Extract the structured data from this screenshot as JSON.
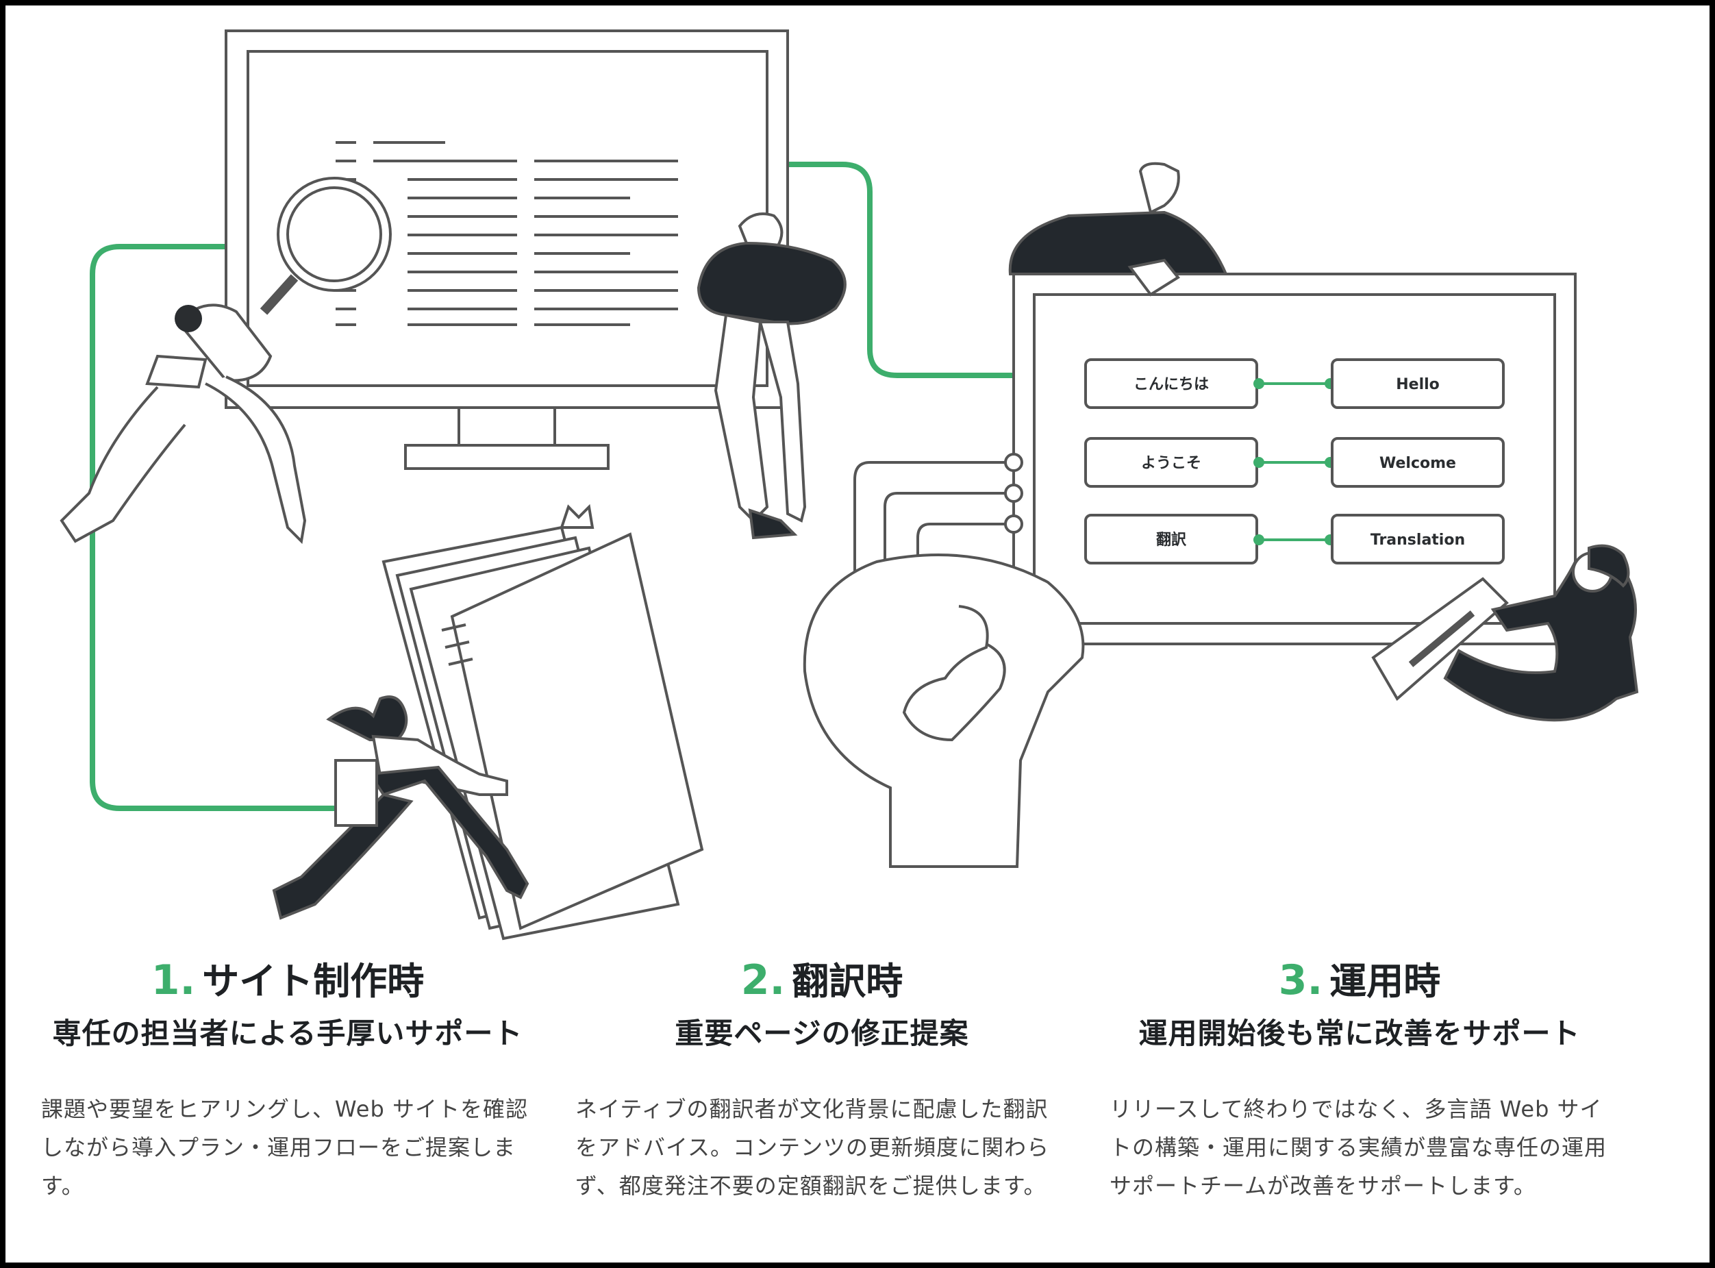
{
  "illustration": {
    "translation_pairs": [
      {
        "source": "こんにちは",
        "target": "Hello"
      },
      {
        "source": "ようこそ",
        "target": "Welcome"
      },
      {
        "source": "翻訳",
        "target": "Translation"
      }
    ]
  },
  "steps": [
    {
      "number": "1.",
      "title": "サイト制作時",
      "subtitle": "専任の担当者による手厚いサポート",
      "description": "課題や要望をヒアリングし、Web サイトを確認しながら導入プラン・運用フローをご提案します。"
    },
    {
      "number": "2.",
      "title": "翻訳時",
      "subtitle": "重要ページの修正提案",
      "description": "ネイティブの翻訳者が文化背景に配慮した翻訳をアドバイス。コンテンツの更新頻度に関わらず、都度発注不要の定額翻訳をご提供します。"
    },
    {
      "number": "3.",
      "title": "運用時",
      "subtitle": "運用開始後も常に改善をサポート",
      "description": "リリースして終わりではなく、多言語 Web サイトの構築・運用に関する実績が豊富な専任の運用サポートチームが改善をサポートします。"
    }
  ],
  "colors": {
    "accent": "#3dae6c",
    "ink": "#23282d",
    "line": "#555555"
  }
}
